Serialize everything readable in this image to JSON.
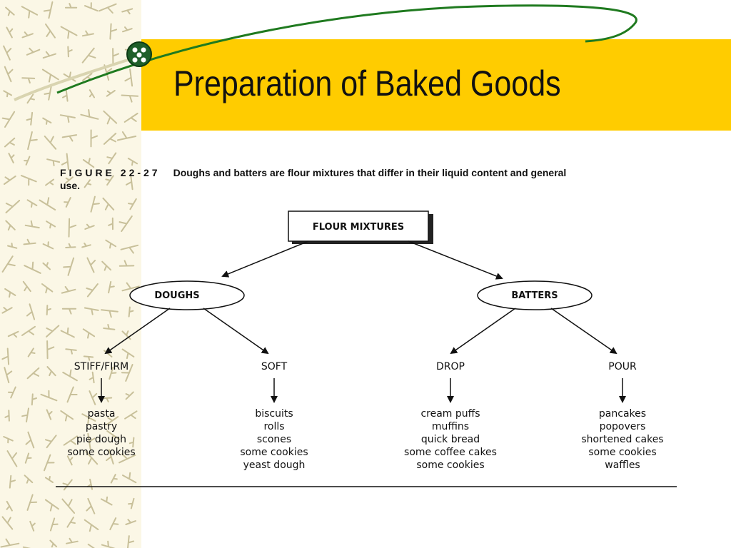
{
  "slide": {
    "title": "Preparation of Baked Goods",
    "band_color": "#ffcc00",
    "accent_color": "#1f7a1f"
  },
  "figure": {
    "number": "FIGURE 22-27",
    "caption": "Doughs and batters are flour mixtures that differ in their liquid content and general use."
  },
  "diagram": {
    "root": "FLOUR MIXTURES",
    "groups": [
      {
        "name": "DOUGHS",
        "categories": [
          {
            "name": "STIFF/FIRM",
            "items": [
              "pasta",
              "pastry",
              "pie dough",
              "some cookies"
            ]
          },
          {
            "name": "SOFT",
            "items": [
              "biscuits",
              "rolls",
              "scones",
              "some cookies",
              "yeast dough"
            ]
          }
        ]
      },
      {
        "name": "BATTERS",
        "categories": [
          {
            "name": "DROP",
            "items": [
              "cream puffs",
              "muffins",
              "quick bread",
              "some coffee cakes",
              "some cookies"
            ]
          },
          {
            "name": "POUR",
            "items": [
              "pancakes",
              "popovers",
              "shortened cakes",
              "some cookies",
              "waffles"
            ]
          }
        ]
      }
    ]
  }
}
